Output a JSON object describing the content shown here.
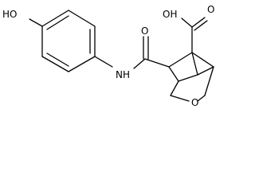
{
  "structure": {
    "hydroxyl_label": "HO",
    "amide_nh_label": "NH",
    "carbonyl_o_label": "O",
    "acid_hydroxyl_label": "OH",
    "acid_carbonyl_o_label": "O",
    "ring_oxygen_label": "O"
  },
  "colors": {
    "bond": "#000000",
    "label": "#000000",
    "background": "#ffffff"
  }
}
